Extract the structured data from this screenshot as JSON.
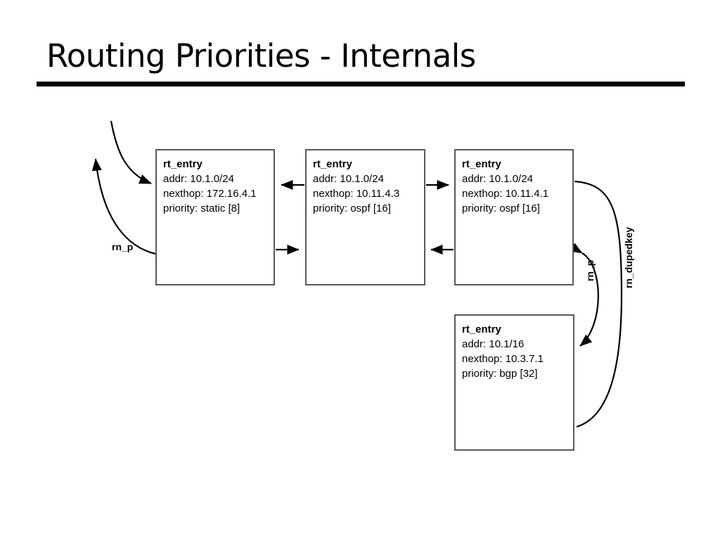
{
  "slide": {
    "title": "Routing Priorities - Internals"
  },
  "diagram": {
    "type": "linked-structure",
    "boxes": [
      {
        "id": "box-1",
        "title": "rt_entry",
        "fields": [
          "addr: 10.1.0/24",
          "nexthop: 172.16.4.1",
          "priority: static [8]"
        ]
      },
      {
        "id": "box-2",
        "title": "rt_entry",
        "fields": [
          "addr: 10.1.0/24",
          "nexthop: 10.11.4.3",
          "priority: ospf [16]"
        ]
      },
      {
        "id": "box-3",
        "title": "rt_entry",
        "fields": [
          "addr: 10.1.0/24",
          "nexthop: 10.11.4.1",
          "priority: ospf [16]"
        ]
      },
      {
        "id": "box-4",
        "title": "rt_entry",
        "fields": [
          "addr: 10.1/16",
          "nexthop: 10.3.7.1",
          "priority: bgp [32]"
        ]
      }
    ],
    "labels": {
      "rn_p_left": "rn_p",
      "rn_p_right": "rn_p",
      "rn_dupedkey": "rn_dupedkey"
    },
    "colors": {
      "box_border": "#58595b",
      "text": "#000000",
      "arrow": "#000000",
      "background": "#ffffff"
    }
  }
}
